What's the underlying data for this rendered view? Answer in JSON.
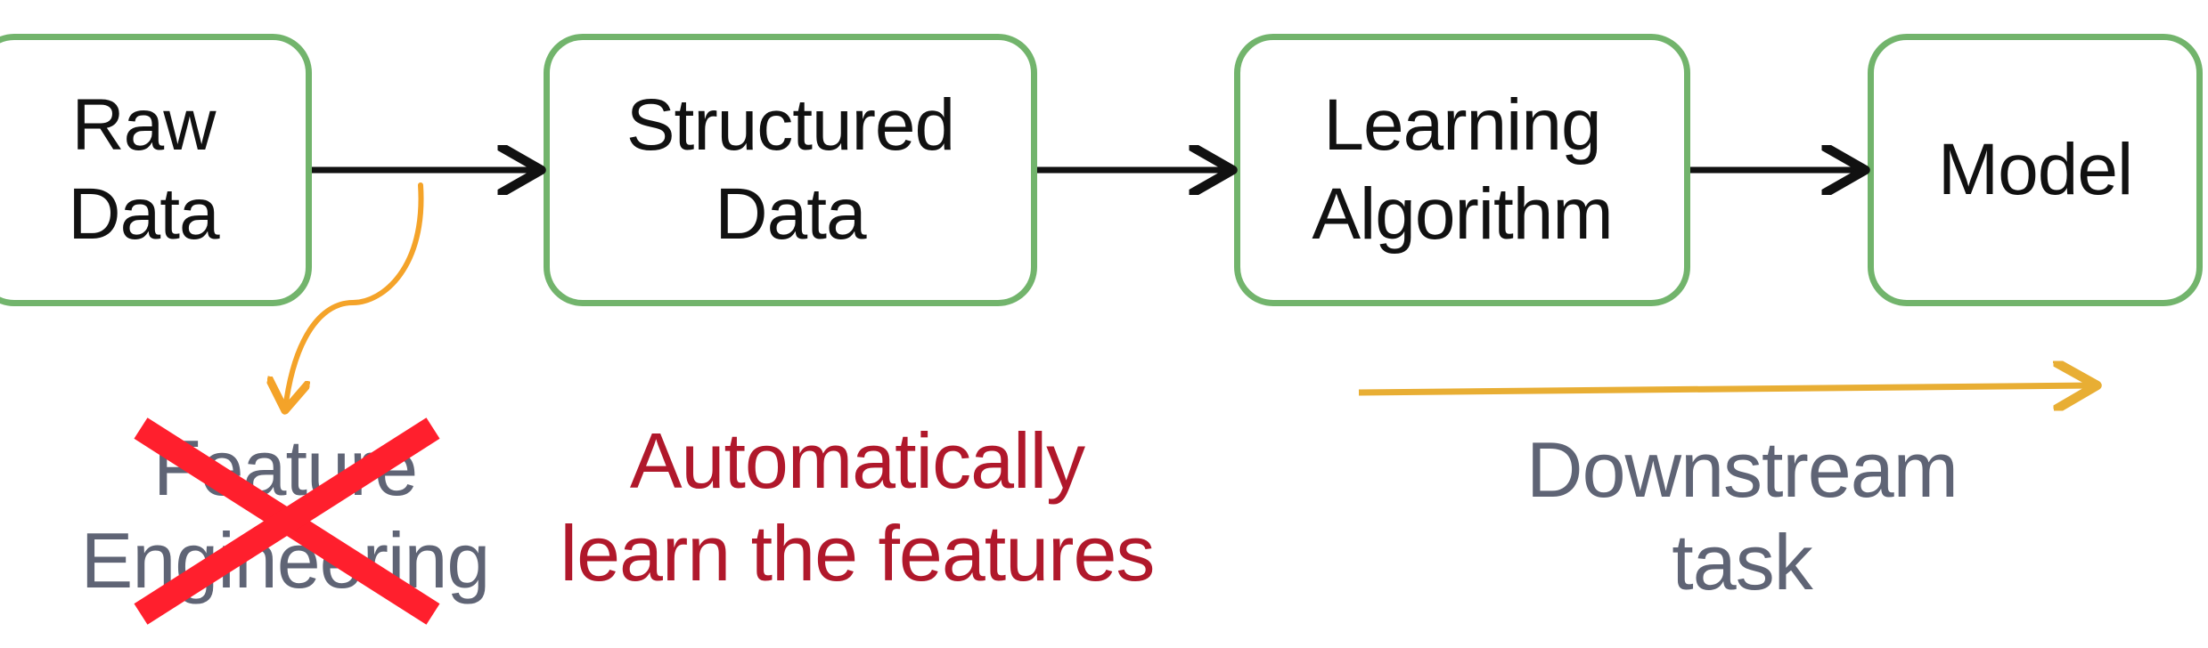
{
  "diagram": {
    "boxes": [
      {
        "id": "raw-data",
        "label": "Raw\nData"
      },
      {
        "id": "structured-data",
        "label": "Structured\nData"
      },
      {
        "id": "learning-algorithm",
        "label": "Learning\nAlgorithm"
      },
      {
        "id": "model",
        "label": "Model"
      }
    ],
    "annotations": {
      "feature_engineering": "Feature\nEngineering",
      "automatic_features": "Automatically\nlearn the features",
      "downstream_task": "Downstream\ntask"
    },
    "colors": {
      "box_border": "#72b46c",
      "arrow": "#111111",
      "orange_curve": "#f4a329",
      "cross": "#ff1f2d",
      "downstream_arrow": "#e8ae34",
      "gray_text": "#5f6475",
      "red_text": "#b0182b"
    }
  }
}
